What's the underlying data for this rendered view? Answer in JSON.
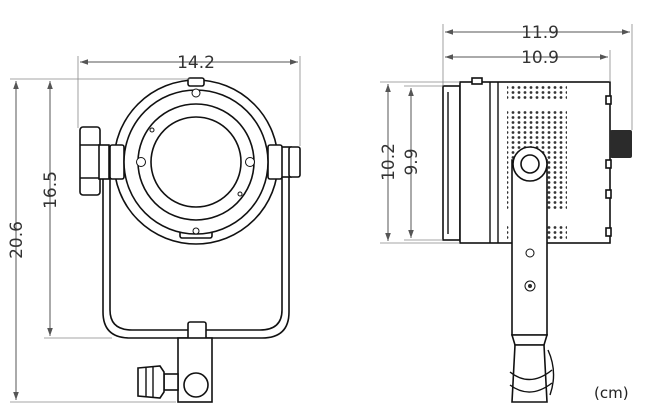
{
  "front_view": {
    "width_label": "14.2",
    "height_total_label": "20.6",
    "height_head_label": "16.5"
  },
  "side_view": {
    "depth_total_label": "11.9",
    "depth_body_label": "10.9",
    "height_total_label": "10.2",
    "height_body_label": "9.9"
  },
  "unit_label": "(cm)"
}
